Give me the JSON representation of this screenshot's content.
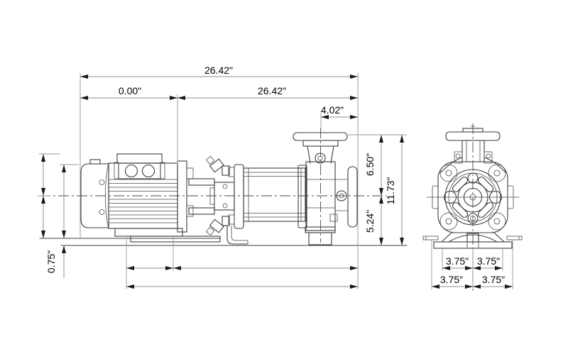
{
  "title": "pump-dimensional-drawing",
  "colors": {
    "background": "#ffffff",
    "ink": "#3c3c3c",
    "dim_line": "#8c8c8c",
    "text": "#000000"
  },
  "dims": {
    "overall_length": "26.42\"",
    "offset_zero": "0.00\"",
    "pump_length": "26.42\"",
    "port_offset": "4.02\"",
    "discharge_height": "6.50\"",
    "suction_height": "5.24\"",
    "total_height": "11.73\"",
    "base_height": "0.75\"",
    "foot_spacing_row1": [
      "3.75\"",
      "3.75\""
    ],
    "foot_spacing_row2": [
      "3.75\"",
      "3.75\""
    ]
  }
}
